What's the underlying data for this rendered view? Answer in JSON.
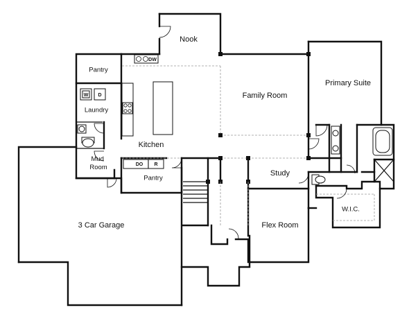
{
  "rooms": {
    "nook": "Nook",
    "pantry_upper": "Pantry",
    "laundry": "Laundry",
    "kitchen": "Kitchen",
    "mud_room": "Mud\nRoom",
    "pantry_lower": "Pantry",
    "family_room": "Family Room",
    "primary_suite": "Primary Suite",
    "study": "Study",
    "wic": "W.I.C.",
    "garage": "3 Car Garage",
    "flex_room": "Flex Room"
  },
  "appliances": {
    "dishwasher": "DW",
    "washer": "W",
    "dryer": "D",
    "double_oven": "DO",
    "refrigerator": "R"
  }
}
